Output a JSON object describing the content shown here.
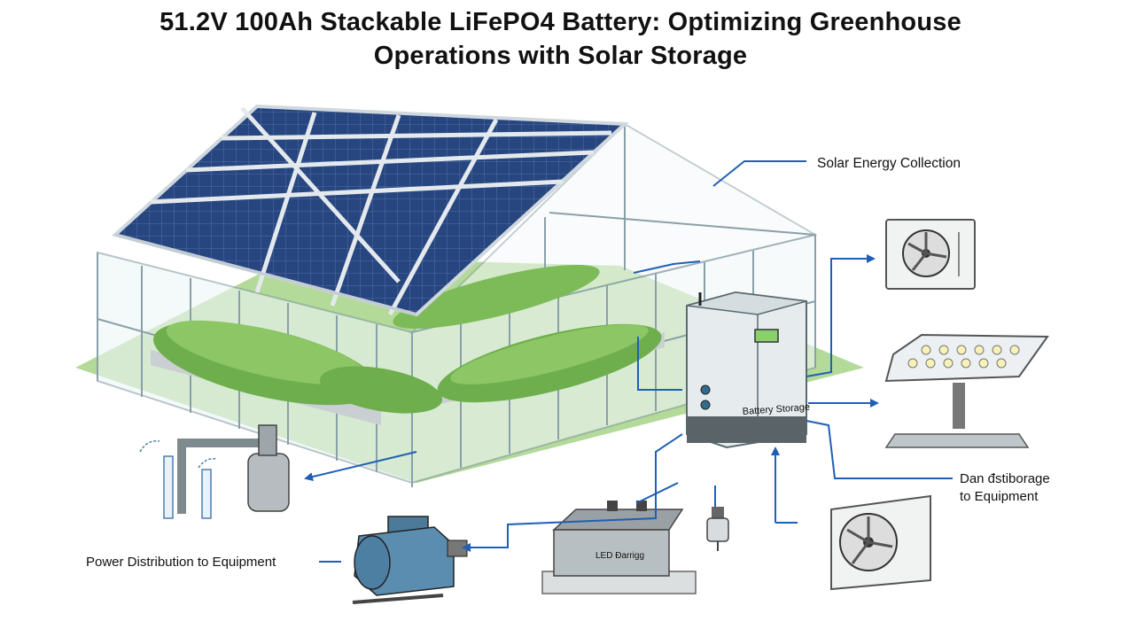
{
  "title": {
    "line1": "51.2V 100Ah Stackable LiFePO4 Battery: Optimizing Greenhouse",
    "line2": "Operations with Solar Storage"
  },
  "callouts": {
    "solar_collection": "Solar Energy Collection",
    "distribution_line1": "Dan đstiborage",
    "distribution_line2": "to Equipment",
    "power_distribution": "Power Distribution to Equipment"
  },
  "cabinet": {
    "label": "Battery Storage"
  },
  "spare_battery": {
    "label": "LED Ðarrigg"
  },
  "colors": {
    "arrow": "#1f5fb5",
    "panel": "#23407a",
    "plants": "#5fa446",
    "ground": "#9fcf7f"
  }
}
